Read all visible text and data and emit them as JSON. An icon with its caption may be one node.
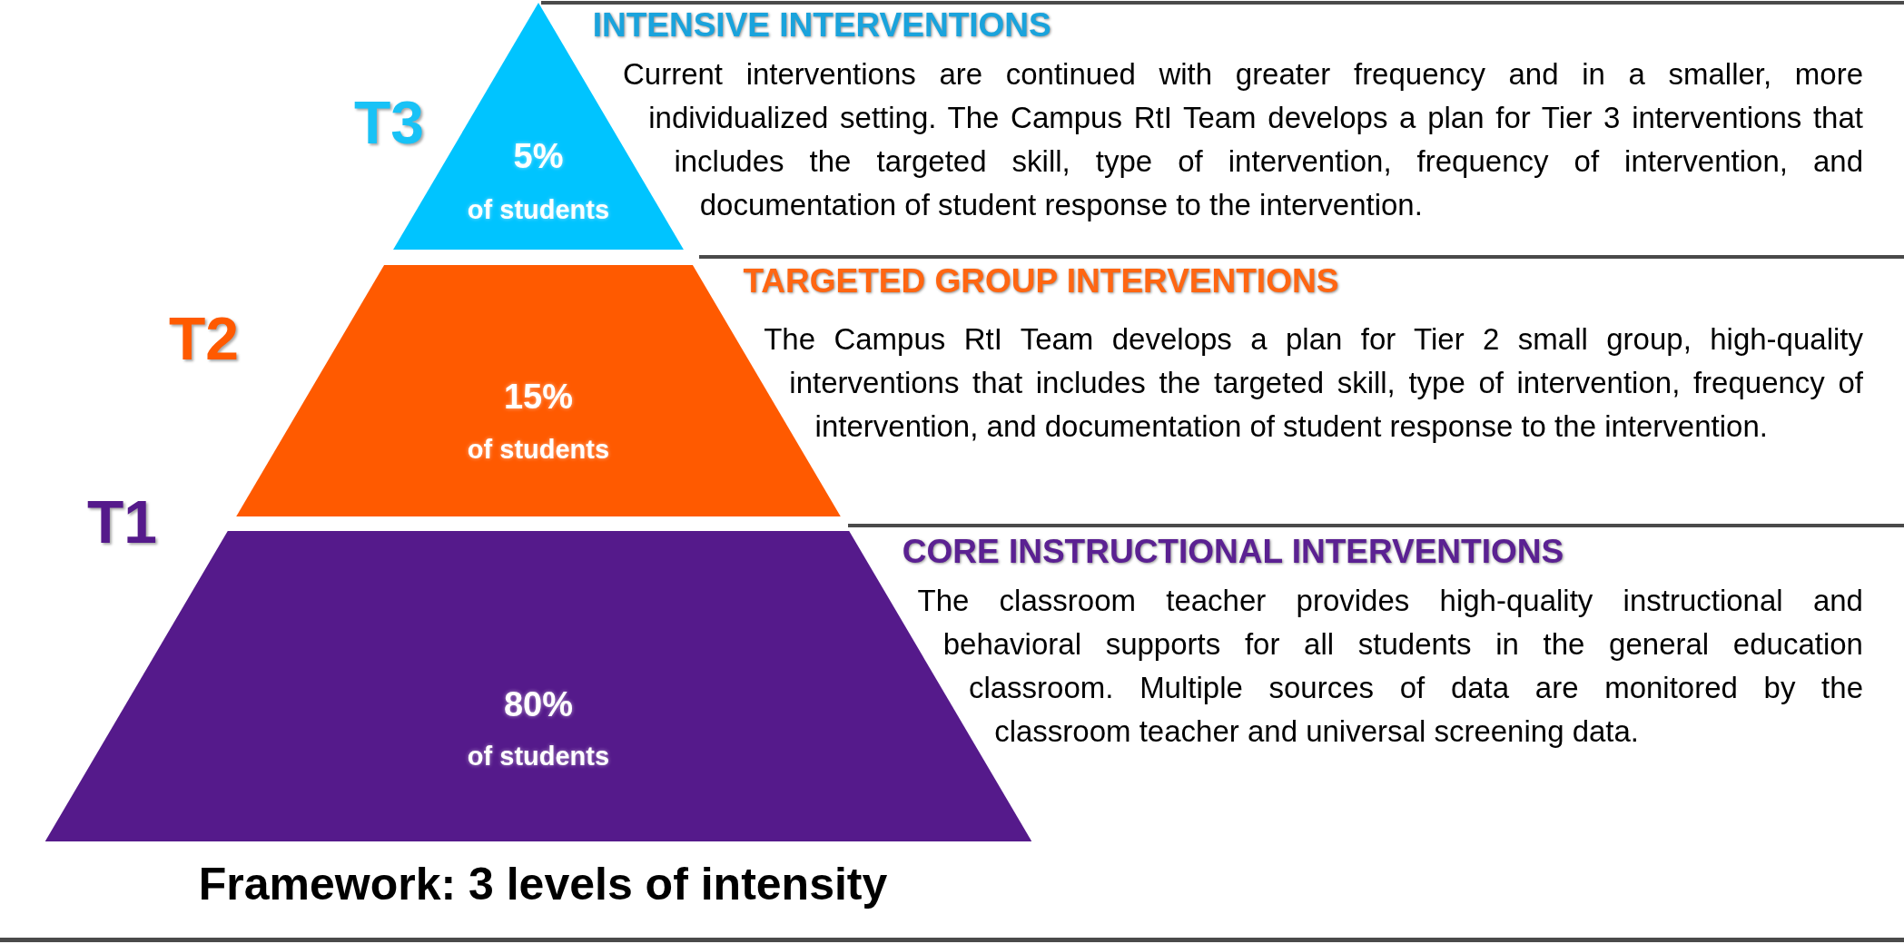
{
  "diagram": {
    "caption": "Framework: 3 levels of intensity",
    "nodes": [
      {
        "text": [
          "5%",
          "of students"
        ],
        "beside": [
          "T3",
          "INTENSIVE INTERVENTIONS",
          "Current interventions are continued with greater frequency and in a smaller, more individualized setting. The Campus RtI Team develops a plan for Tier 3 interventions that includes the targeted skill, type of intervention, frequency of intervention, and documentation of student response to the intervention."
        ]
      },
      {
        "text": [
          "15%",
          "of students"
        ],
        "beside": [
          "T2",
          "TARGETED GROUP INTERVENTIONS",
          "The Campus RtI Team develops a plan for Tier 2 small group, high-quality interventions that includes the targeted skill, type of intervention, frequency of intervention, and documentation of student response to the intervention."
        ]
      },
      {
        "text": [
          "80%",
          "of students"
        ],
        "beside": [
          "T1",
          "CORE INSTRUCTIONAL INTERVENTIONS",
          "The classroom teacher provides high-quality instructional and behavioral supports for all students in the general education classroom. Multiple sources of data are monitored by the classroom teacher and universal screening data."
        ]
      }
    ]
  }
}
